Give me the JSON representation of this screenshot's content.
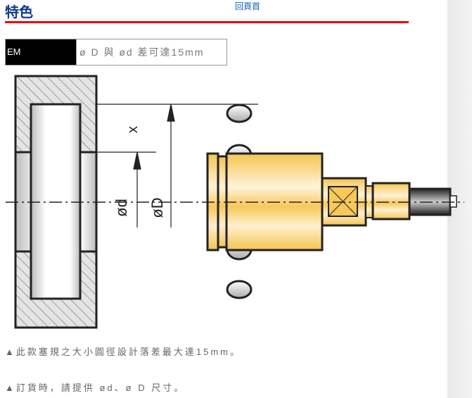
{
  "header": {
    "title": "特色",
    "back_to_top": "回頁首"
  },
  "spec": {
    "code": "EM",
    "description": "ø D 與 ød 差可達15mm"
  },
  "diagram": {
    "label_x": "x",
    "label_d": "ød",
    "label_D": "øD"
  },
  "notes": [
    "▲此款塞規之大小圓徑設計落差最大達15mm。",
    "▲訂貨時，請提供 ød、ø D 尺寸。"
  ],
  "colors": {
    "title": "#0a3a8c",
    "rule": "#ee0000",
    "brass": "#f5c451"
  }
}
